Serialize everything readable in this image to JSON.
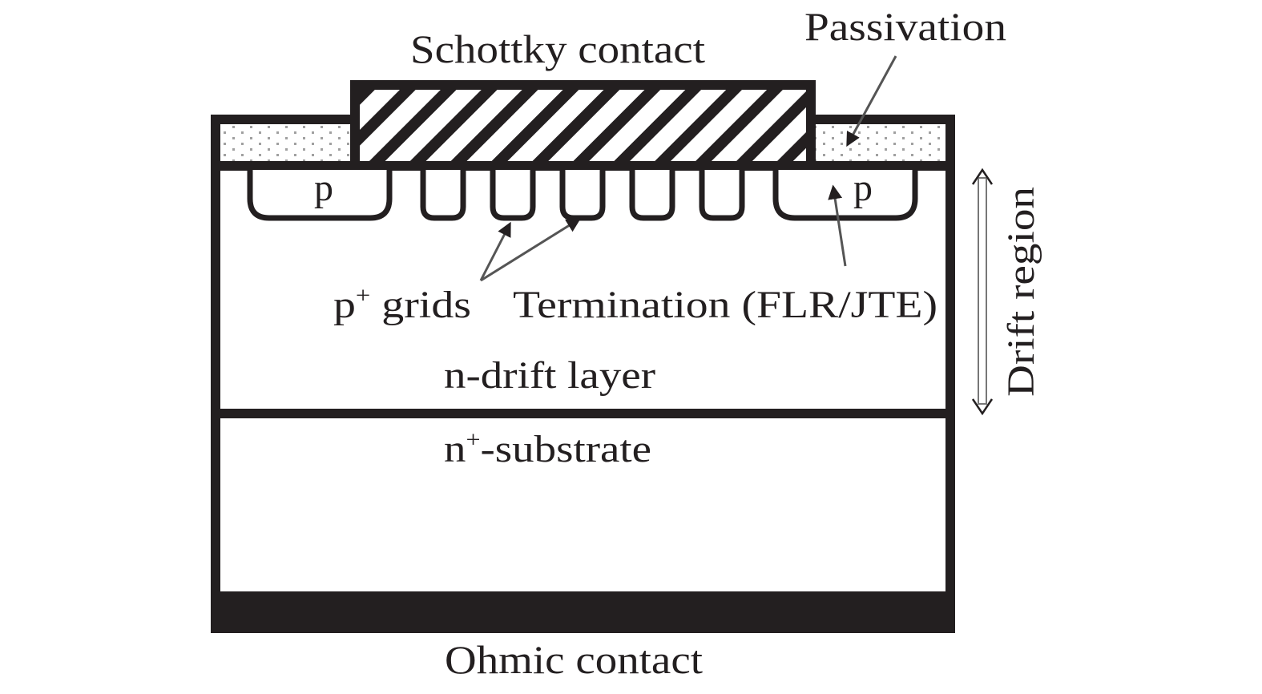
{
  "figure": {
    "type": "device cross-section",
    "subject": "Junction barrier Schottky (JBS) diode"
  },
  "labels": {
    "schottky_contact": "Schottky contact",
    "passivation": "Passivation",
    "p_left": "p",
    "p_right": "p",
    "p_grids_base": "p",
    "p_grids_sup": "+",
    "p_grids_rest": " grids",
    "termination": "Termination (FLR/JTE)",
    "n_drift_layer": "n-drift layer",
    "n_substrate_base": "n",
    "n_substrate_sup": "+",
    "n_substrate_rest": "-substrate",
    "drift_region": "Drift region",
    "ohmic_contact": "Ohmic contact"
  },
  "layers": [
    {
      "name": "Schottky contact",
      "pattern": "diagonal-hatch"
    },
    {
      "name": "Passivation",
      "pattern": "dotted"
    },
    {
      "name": "n-drift layer",
      "pattern": "none"
    },
    {
      "name": "n+-substrate",
      "pattern": "none"
    },
    {
      "name": "Ohmic contact",
      "pattern": "solid"
    }
  ],
  "p_grid_count": 5,
  "colors": {
    "ink": "#231f20",
    "background": "#ffffff",
    "leader_line": "#555555",
    "dot_fill": "#a0a0a0"
  }
}
